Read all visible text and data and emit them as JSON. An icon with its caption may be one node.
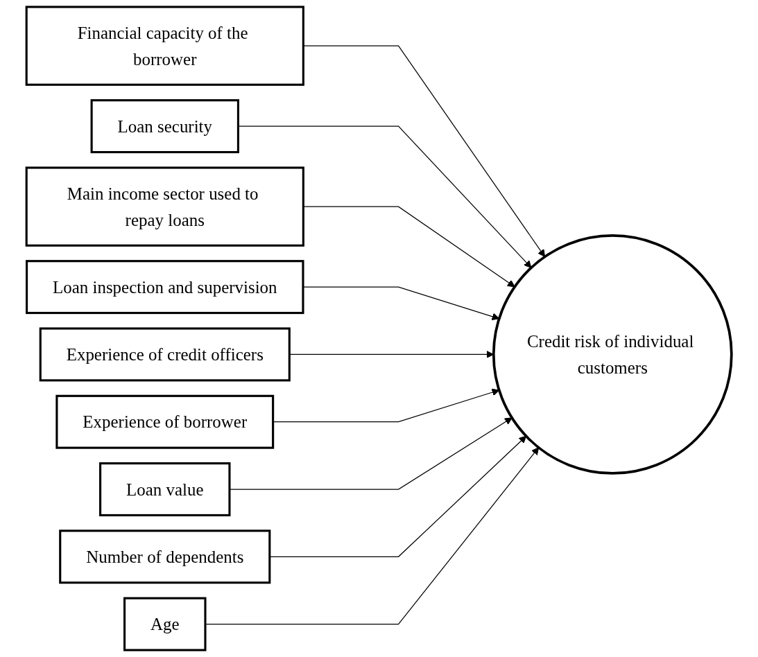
{
  "diagram": {
    "nodes": [
      {
        "text": [
          "Financial capacity of the borrower"
        ]
      },
      {
        "text": [
          "Loan security"
        ]
      },
      {
        "text": [
          "Main income sector used to repay loans"
        ]
      },
      {
        "text": [
          "Loan inspection and supervision"
        ]
      },
      {
        "text": [
          "Experience of credit officers"
        ]
      },
      {
        "text": [
          "Experience of borrower"
        ]
      },
      {
        "text": [
          "Loan value"
        ]
      },
      {
        "text": [
          "Number of dependents"
        ]
      },
      {
        "text": [
          "Age"
        ]
      },
      {
        "text": [
          "Credit risk of individual customers"
        ]
      }
    ],
    "edges": [
      {
        "from": 0,
        "to": 9,
        "arrow": "to"
      },
      {
        "from": 1,
        "to": 9,
        "arrow": "to"
      },
      {
        "from": 2,
        "to": 9,
        "arrow": "to"
      },
      {
        "from": 3,
        "to": 9,
        "arrow": "to"
      },
      {
        "from": 4,
        "to": 9,
        "arrow": "to"
      },
      {
        "from": 5,
        "to": 9,
        "arrow": "to"
      },
      {
        "from": 6,
        "to": 9,
        "arrow": "to"
      },
      {
        "from": 7,
        "to": 9,
        "arrow": "to"
      },
      {
        "from": 8,
        "to": 9,
        "arrow": "to"
      }
    ]
  }
}
